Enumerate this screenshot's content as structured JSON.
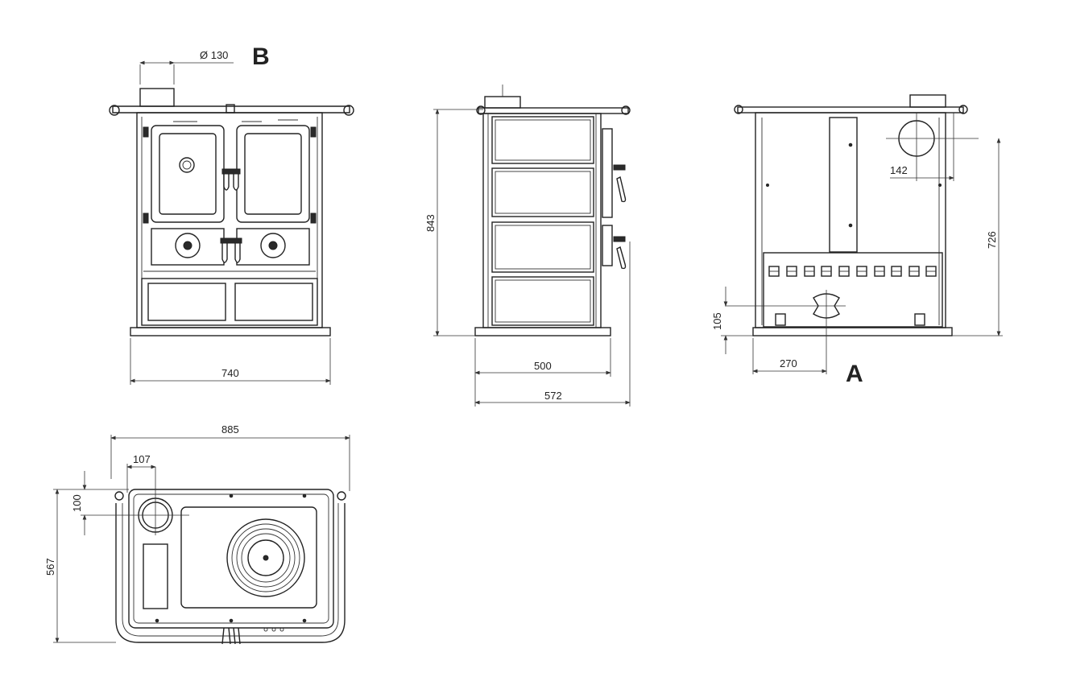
{
  "views": {
    "front": {
      "view_letter": "B",
      "flue_diameter": "Ø 130",
      "width": "740"
    },
    "side": {
      "height": "843",
      "depth_body": "500",
      "depth_total": "572"
    },
    "rear": {
      "view_letter": "A",
      "flue_offset_side": "142",
      "flue_height": "726",
      "inlet_height": "105",
      "inlet_offset": "270"
    },
    "top": {
      "overall_width": "885",
      "flue_offset_x": "107",
      "flue_offset_y": "100",
      "overall_depth": "567"
    }
  },
  "colors": {
    "line": "#222222",
    "background": "#ffffff"
  }
}
